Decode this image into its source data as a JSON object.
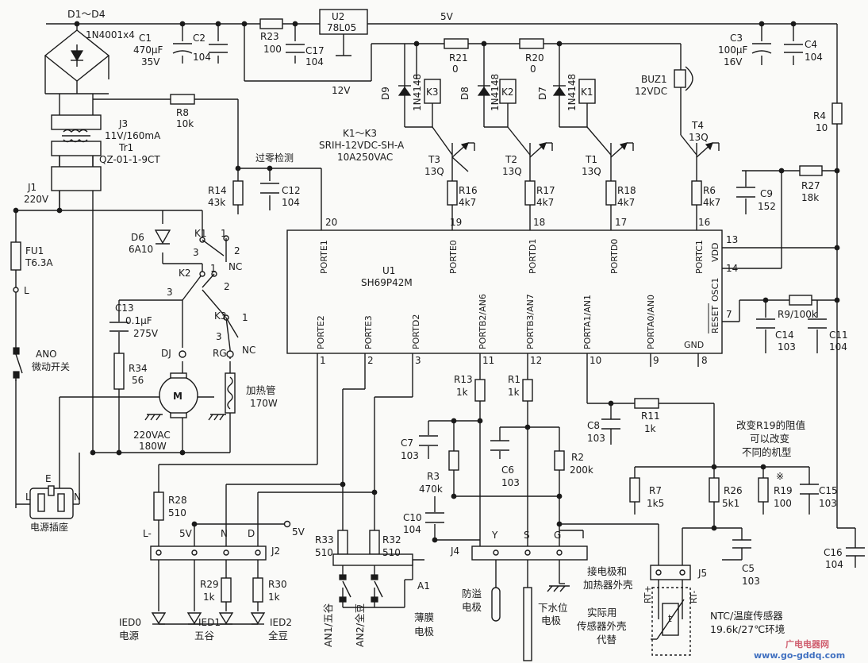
{
  "power": {
    "bridge_ref": "D1～D4",
    "bridge_part": "1N4001x4",
    "c1_ref": "C1",
    "c1_cap": "470μF",
    "c1_v": "35V",
    "c2_ref": "C2",
    "c2_val": "104",
    "r23_ref": "R23",
    "r23_val": "100",
    "c17_ref": "C17",
    "c17_val": "104",
    "u2_ref": "U2",
    "u2_part": "78L05",
    "rail_5v": "5V",
    "rail_12v": "12V",
    "c3_ref": "C3",
    "c3_cap": "100μF",
    "c3_v": "16V",
    "c4_ref": "C4",
    "c4_val": "104",
    "r4_ref": "R4",
    "r4_val": "10",
    "r8_ref": "R8",
    "r8_val": "10k",
    "j3_ref": "J3",
    "j3_spec": "11V/160mA",
    "tr1_ref": "Tr1",
    "tr1_part": "QZ-01-1-9CT",
    "j1_ref": "J1",
    "j1_v": "220V",
    "zero_cross": "过零检测",
    "r14_ref": "R14",
    "r14_val": "43k",
    "c12_ref": "C12",
    "c12_val": "104",
    "fu1_ref": "FU1",
    "fu1_val": "T6.3A",
    "l_label": "L",
    "an0_ref": "ANO",
    "an0_name": "微动开关",
    "socket": "电源插座",
    "socket_e": "E",
    "socket_l": "L",
    "socket_n": "N"
  },
  "relays": {
    "r21_ref": "R21",
    "r21_val": "0",
    "r20_ref": "R20",
    "r20_val": "0",
    "d9_ref": "D9",
    "d8_ref": "D8",
    "d7_ref": "D7",
    "diode_part": "1N4148",
    "k3": "K3",
    "k2": "K2",
    "k1": "K1",
    "buz_ref": "BUZ1",
    "buz_v": "12VDC",
    "k_spec1": "K1～K3",
    "k_spec2": "SRIH-12VDC-SH-A",
    "k_spec3": "10A250VAC",
    "t3_ref": "T3",
    "t2_ref": "T2",
    "t1_ref": "T1",
    "t4_ref": "T4",
    "t_part": "13Q",
    "t4_part": "13Q",
    "r16_ref": "R16",
    "r17_ref": "R17",
    "r18_ref": "R18",
    "r6_ref": "R6",
    "r_4k7": "4k7"
  },
  "mcu": {
    "ref": "U1",
    "part": "SH69P42M",
    "top_pins": [
      "PORTE1",
      "PORTE0",
      "PORTD1",
      "PORTD0",
      "PORTC1"
    ],
    "top_nums": [
      "20",
      "19",
      "18",
      "17",
      "16"
    ],
    "right_labels": [
      "VDD",
      "OSC1",
      "RESET"
    ],
    "right_nums": [
      "13",
      "14",
      "7"
    ],
    "bottom_pins": [
      "PORTE2",
      "PORTE3",
      "PORTD2",
      "PORTB2/AN6",
      "PORTB3/AN7",
      "PORTA1/AN1",
      "PORTA0/AN0"
    ],
    "bottom_nums": [
      "1",
      "2",
      "3",
      "11",
      "12",
      "10",
      "9"
    ],
    "gnd": "GND",
    "gnd_num": "8"
  },
  "osc": {
    "c9_ref": "C9",
    "c9_val": "152",
    "r27_ref": "R27",
    "r27_val": "18k",
    "r9": "R9/100k",
    "c14_ref": "C14",
    "c14_val": "103",
    "c11_ref": "C11",
    "c11_val": "104",
    "c16_ref": "C16",
    "c16_val": "104"
  },
  "mains": {
    "d6_ref": "D6",
    "d6_val": "6A10",
    "k1_sw": "K1",
    "k2_sw": "K2",
    "k3_sw": "K3",
    "nc": "NC",
    "c13_ref": "C13",
    "c13_cap": "0.1μF",
    "c13_v": "275V",
    "r34_ref": "R34",
    "r34_val": "56",
    "dj": "DJ",
    "rg": "RG",
    "motor_v": "220VAC",
    "motor_w": "180W",
    "heater_name": "加热管",
    "heater_w": "170W",
    "pin1": "1",
    "pin2": "2",
    "pin3": "3"
  },
  "leds": {
    "r28_ref": "R28",
    "r28_val": "510",
    "j2_ref": "J2",
    "j2_pins": [
      "L-",
      "5V",
      "N",
      "D"
    ],
    "v5": "5V",
    "r29_ref": "R29",
    "r29_val": "1k",
    "r30_ref": "R30",
    "r30_val": "1k",
    "ied0": "IED0",
    "ied0_name": "电源",
    "ied1": "IED1",
    "ied1_name": "五谷",
    "ied2": "IED2",
    "ied2_name": "全豆"
  },
  "keys": {
    "r33_ref": "R33",
    "r33_val": "510",
    "r32_ref": "R32",
    "r32_val": "510",
    "a1": "A1",
    "an1": "AN1/五谷",
    "an2": "AN2/全豆",
    "membrane": "薄膜",
    "membrane2": "电极"
  },
  "sense": {
    "r13_ref": "R13",
    "r13_val": "1k",
    "r1_ref": "R1",
    "r1_val": "1k",
    "c7_ref": "C7",
    "c7_val": "103",
    "c6_ref": "C6",
    "c6_val": "103",
    "r3_ref": "R3",
    "r3_val": "470k",
    "r2_ref": "R2",
    "r2_val": "200k",
    "c10_ref": "C10",
    "c10_val": "104",
    "c8_ref": "C8",
    "c8_val": "103",
    "r11_ref": "R11",
    "r11_val": "1k",
    "j4_ref": "J4",
    "j4_pins": [
      "Y",
      "S",
      "G"
    ],
    "overflow": "防溢",
    "overflow2": "电极",
    "low_water": "下水位",
    "low_water2": "电极",
    "ground_note": "接电极和",
    "ground_note2": "加热器外壳",
    "shell_note": "实际用",
    "shell_note2": "传感器外壳",
    "shell_note3": "代替"
  },
  "temp": {
    "note1": "改变R19的阻值",
    "note2": "可以改变",
    "note3": "不同的机型",
    "r7_ref": "R7",
    "r7_val": "1k5",
    "r26_ref": "R26",
    "r26_val": "5k1",
    "r19_ref": "R19",
    "r19_val": "100",
    "r19_mark": "※",
    "c15_ref": "C15",
    "c15_val": "103",
    "c5_ref": "C5",
    "c5_val": "103",
    "j5_ref": "J5",
    "rt_plus": "RT+",
    "rt_minus": "RT-",
    "t_sym": "t",
    "ntc": "NTC/温度传感器",
    "ntc_spec": "19.6k/27℃环境"
  },
  "watermark": {
    "line1": "广电电器网",
    "line2": "www.go-gddq.com"
  }
}
